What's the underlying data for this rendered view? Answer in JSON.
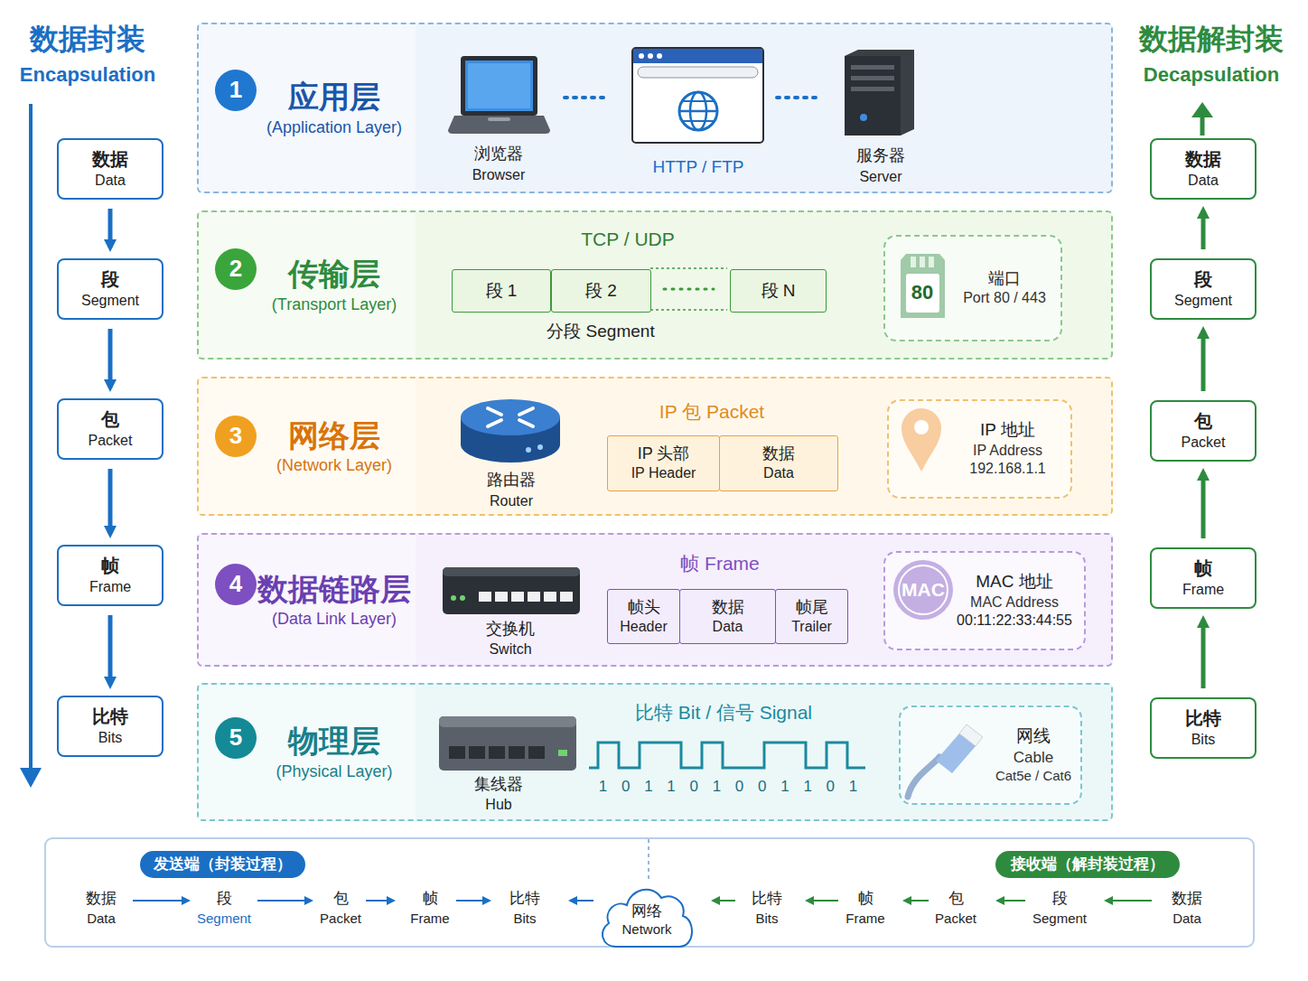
{
  "diagram": {
    "nodes": [
      {
        "text": [
          "数据",
          "Data"
        ]
      },
      {
        "text": [
          "段",
          "Segment"
        ]
      },
      {
        "text": [
          "包",
          "Packet"
        ]
      },
      {
        "text": [
          "帧",
          "Frame"
        ]
      },
      {
        "text": [
          "比特",
          "Bits"
        ]
      },
      {
        "text": [
          "应用层",
          "(Application Layer)"
        ]
      },
      {
        "text": [
          "1"
        ],
        "in": 5
      },
      {
        "text": [
          "传输层",
          "(Transport Layer)"
        ]
      },
      {
        "text": [
          "2"
        ],
        "in": 7
      },
      {
        "text": [
          "段 1"
        ],
        "in": 7
      },
      {
        "text": [
          "段 2"
        ],
        "in": 7
      },
      {
        "text": [
          "段 N"
        ],
        "in": 7
      },
      {
        "text": [
          "端口",
          "Port 80 / 443"
        ],
        "in": 7
      },
      {
        "text": [
          "网络层",
          "(Network Layer)"
        ]
      },
      {
        "text": [
          "3"
        ],
        "in": 13
      },
      {
        "text": [
          "IP 头部",
          "IP Header"
        ],
        "in": 13
      },
      {
        "text": [
          "数据",
          "Data"
        ],
        "in": 13
      },
      {
        "text": [
          "IP 地址",
          "IP Address",
          "192.168.1.1"
        ],
        "in": 13
      },
      {
        "text": [
          "数据链路层",
          "(Data Link Layer)"
        ]
      },
      {
        "text": [
          "4"
        ],
        "in": 18
      },
      {
        "text": [
          "帧头",
          "Header"
        ],
        "in": 18
      },
      {
        "text": [
          "数据",
          "Data"
        ],
        "in": 18
      },
      {
        "text": [
          "帧尾",
          "Trailer"
        ],
        "in": 18
      },
      {
        "text": [
          "MAC 地址",
          "MAC Address",
          "00:11:22:33:44:55"
        ],
        "in": 18
      },
      {
        "text": [
          "物理层",
          "(Physical Layer)"
        ]
      },
      {
        "text": [
          "5"
        ],
        "in": 24
      },
      {
        "text": [
          "网线",
          "Cable",
          "Cat5e / Cat6"
        ],
        "in": 24
      },
      {
        "text": [
          "数据",
          "Data"
        ]
      },
      {
        "text": [
          "段",
          "Segment"
        ]
      },
      {
        "text": [
          "包",
          "Packet"
        ]
      },
      {
        "text": [
          "帧",
          "Frame"
        ]
      },
      {
        "text": [
          "比特",
          "Bits"
        ]
      },
      {
        "text": [
          "发送端（封装过程）"
        ]
      },
      {
        "text": [
          "网络",
          "Network"
        ]
      },
      {
        "text": [
          "接收端（解封装过程）"
        ]
      }
    ],
    "edges": [
      {
        "from": 0,
        "to": 1,
        "arrow": "to"
      },
      {
        "from": 1,
        "to": 2,
        "arrow": "to"
      },
      {
        "from": 2,
        "to": 3,
        "arrow": "to"
      },
      {
        "from": 3,
        "to": 4,
        "arrow": "to"
      },
      {
        "from": 31,
        "to": 30,
        "arrow": "to"
      },
      {
        "from": 30,
        "to": 29,
        "arrow": "to"
      },
      {
        "from": 29,
        "to": 28,
        "arrow": "to"
      },
      {
        "from": 28,
        "to": 27,
        "arrow": "to"
      }
    ],
    "labels": [
      "数据封装",
      "Encapsulation",
      "数据解封装",
      "Decapsulation",
      "浏览器",
      "Browser",
      "HTTP / FTP",
      "服务器",
      "Server",
      "TCP / UDP",
      "分段 Segment",
      "80",
      "路由器",
      "Router",
      "IP 包 Packet",
      "交换机",
      "Switch",
      "帧 Frame",
      "MAC",
      "集线器",
      "Hub",
      "比特 Bit / 信号 Signal",
      "1 0 1 1 0 1 0 0 1 1 0 1",
      "数据",
      "Data",
      "段",
      "Segment",
      "包",
      "Packet",
      "帧",
      "Frame",
      "比特",
      "Bits",
      "比特",
      "Bits",
      "帧",
      "Frame",
      "包",
      "Packet",
      "段",
      "Segment",
      "数据",
      "Data"
    ]
  }
}
